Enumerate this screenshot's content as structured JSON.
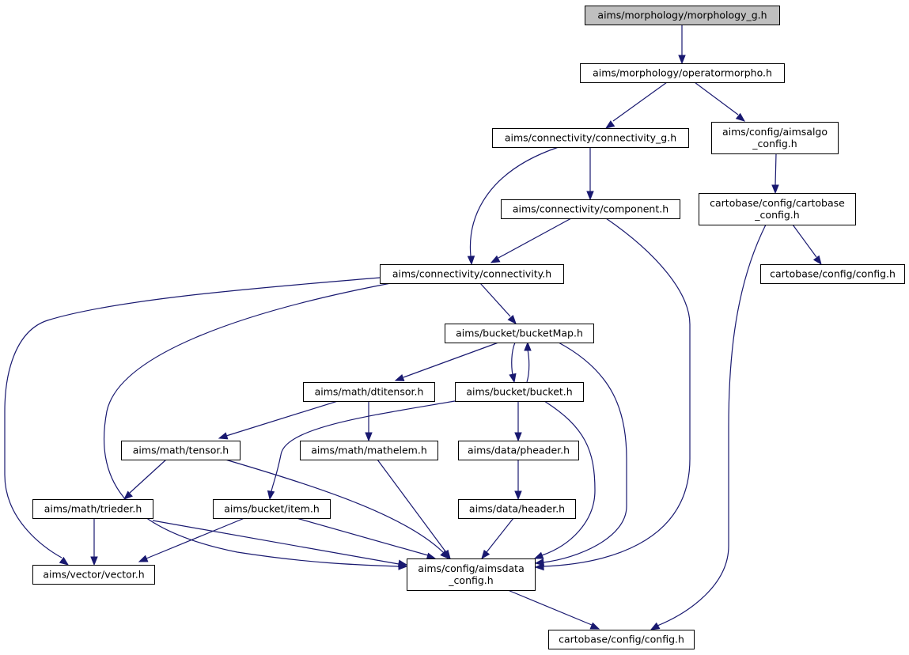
{
  "graph": {
    "nodes": [
      {
        "id": "morphology_g",
        "lines": [
          "aims/morphology/morphology_g.h"
        ],
        "root": true
      },
      {
        "id": "operatormorpho",
        "lines": [
          "aims/morphology/operatormorpho.h"
        ]
      },
      {
        "id": "connectivity_g",
        "lines": [
          "aims/connectivity/connectivity_g.h"
        ]
      },
      {
        "id": "aimsalgo_config",
        "lines": [
          "aims/config/aimsalgo",
          "_config.h"
        ]
      },
      {
        "id": "component",
        "lines": [
          "aims/connectivity/component.h"
        ]
      },
      {
        "id": "cartobase_config",
        "lines": [
          "cartobase/config/cartobase",
          "_config.h"
        ]
      },
      {
        "id": "connectivity",
        "lines": [
          "aims/connectivity/connectivity.h"
        ]
      },
      {
        "id": "config_top",
        "lines": [
          "cartobase/config/config.h"
        ]
      },
      {
        "id": "bucketMap",
        "lines": [
          "aims/bucket/bucketMap.h"
        ]
      },
      {
        "id": "dtitensor",
        "lines": [
          "aims/math/dtitensor.h"
        ]
      },
      {
        "id": "bucket",
        "lines": [
          "aims/bucket/bucket.h"
        ]
      },
      {
        "id": "tensor",
        "lines": [
          "aims/math/tensor.h"
        ]
      },
      {
        "id": "mathelem",
        "lines": [
          "aims/math/mathelem.h"
        ]
      },
      {
        "id": "pheader",
        "lines": [
          "aims/data/pheader.h"
        ]
      },
      {
        "id": "trieder",
        "lines": [
          "aims/math/trieder.h"
        ]
      },
      {
        "id": "item",
        "lines": [
          "aims/bucket/item.h"
        ]
      },
      {
        "id": "header",
        "lines": [
          "aims/data/header.h"
        ]
      },
      {
        "id": "vector",
        "lines": [
          "aims/vector/vector.h"
        ]
      },
      {
        "id": "aimsdata_config",
        "lines": [
          "aims/config/aimsdata",
          "_config.h"
        ]
      },
      {
        "id": "config_bottom",
        "lines": [
          "cartobase/config/config.h"
        ]
      }
    ],
    "edges": [
      {
        "from": "morphology_g",
        "to": "operatormorpho"
      },
      {
        "from": "operatormorpho",
        "to": "connectivity_g"
      },
      {
        "from": "operatormorpho",
        "to": "aimsalgo_config"
      },
      {
        "from": "connectivity_g",
        "to": "component"
      },
      {
        "from": "connectivity_g",
        "to": "connectivity"
      },
      {
        "from": "aimsalgo_config",
        "to": "cartobase_config"
      },
      {
        "from": "component",
        "to": "connectivity"
      },
      {
        "from": "component",
        "to": "aimsdata_config"
      },
      {
        "from": "cartobase_config",
        "to": "config_top"
      },
      {
        "from": "cartobase_config",
        "to": "config_bottom"
      },
      {
        "from": "connectivity",
        "to": "bucketMap"
      },
      {
        "from": "connectivity",
        "to": "vector"
      },
      {
        "from": "connectivity",
        "to": "aimsdata_config"
      },
      {
        "from": "bucketMap",
        "to": "dtitensor"
      },
      {
        "from": "bucketMap",
        "to": "bucket"
      },
      {
        "from": "bucketMap",
        "to": "aimsdata_config"
      },
      {
        "from": "bucket",
        "to": "bucketMap"
      },
      {
        "from": "bucket",
        "to": "item"
      },
      {
        "from": "bucket",
        "to": "pheader"
      },
      {
        "from": "bucket",
        "to": "aimsdata_config"
      },
      {
        "from": "dtitensor",
        "to": "tensor"
      },
      {
        "from": "dtitensor",
        "to": "mathelem"
      },
      {
        "from": "tensor",
        "to": "trieder"
      },
      {
        "from": "tensor",
        "to": "aimsdata_config"
      },
      {
        "from": "mathelem",
        "to": "aimsdata_config"
      },
      {
        "from": "pheader",
        "to": "header"
      },
      {
        "from": "trieder",
        "to": "vector"
      },
      {
        "from": "trieder",
        "to": "aimsdata_config"
      },
      {
        "from": "item",
        "to": "vector"
      },
      {
        "from": "item",
        "to": "aimsdata_config"
      },
      {
        "from": "header",
        "to": "aimsdata_config"
      },
      {
        "from": "aimsdata_config",
        "to": "config_bottom"
      }
    ]
  }
}
